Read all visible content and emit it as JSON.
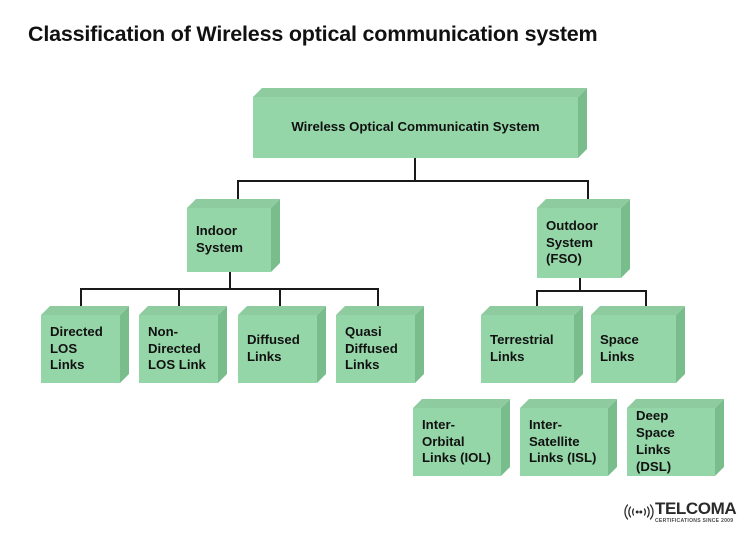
{
  "page": {
    "title": "Classification of Wireless optical communication system",
    "background_color": "#ffffff",
    "box_face_color": "#95d6a8",
    "box_top_color": "#8ecb9f",
    "box_side_color": "#79bd8d",
    "line_color": "#1a1a1a",
    "text_color": "#111111"
  },
  "diagram": {
    "type": "tree",
    "root": {
      "label": "Wireless Optical Communicatin System"
    },
    "level2": [
      {
        "label": "Indoor\nSystem"
      },
      {
        "label": "Outdoor\nSystem\n(FSO)"
      }
    ],
    "indoor_children": [
      {
        "label": "Directed\nLOS Links"
      },
      {
        "label": "Non-\nDirected\nLOS Link"
      },
      {
        "label": "Diffused\nLinks"
      },
      {
        "label": "Quasi\nDiffused\nLinks"
      }
    ],
    "outdoor_children": [
      {
        "label": "Terrestrial\nLinks"
      },
      {
        "label": "Space\nLinks"
      }
    ],
    "space_children": [
      {
        "label": "Inter-\nOrbital\nLinks (IOL)"
      },
      {
        "label": "Inter-\nSatellite\nLinks (ISL)"
      },
      {
        "label": "Deep\nSpace\nLinks (DSL)"
      }
    ]
  },
  "logo": {
    "icon": "signal-wave-icon",
    "brand": "TELCOMA",
    "tagline": "CERTIFICATIONS SINCE 2009"
  }
}
